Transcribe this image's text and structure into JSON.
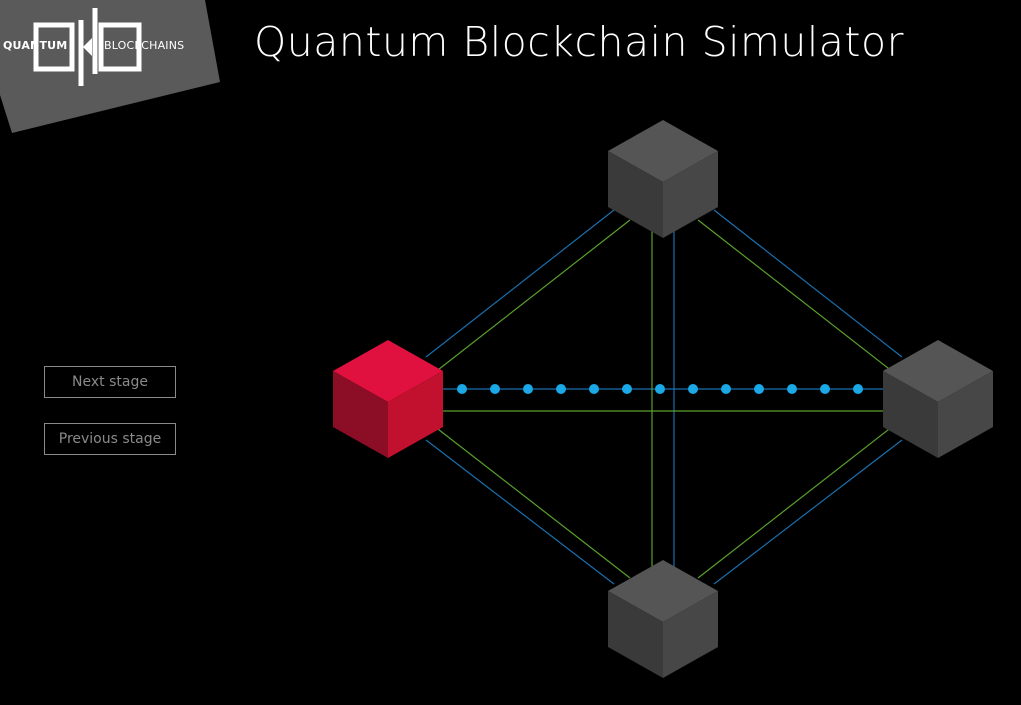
{
  "logo": {
    "left_word": "QUANTUM",
    "right_word": "BLOCKCHAINS",
    "panel_color": "#5a5a5a"
  },
  "header": {
    "title": "Quantum Blockchain Simulator"
  },
  "controls": {
    "next_stage_label": "Next stage",
    "previous_stage_label": "Previous stage"
  },
  "network": {
    "nodes": [
      {
        "id": "top",
        "color": "gray"
      },
      {
        "id": "left",
        "color": "red",
        "active": true
      },
      {
        "id": "right",
        "color": "gray"
      },
      {
        "id": "bottom",
        "color": "gray"
      }
    ],
    "link_colors": {
      "channel_a": "#1a6fae",
      "channel_b": "#5aa02c"
    },
    "active_transfer": {
      "from": "left",
      "to": "right",
      "packet_count": 13,
      "packet_color": "#1aa8e6"
    }
  },
  "colors": {
    "background": "#000000",
    "node_red_top": "#e0113f",
    "node_gray_top": "#555555"
  }
}
